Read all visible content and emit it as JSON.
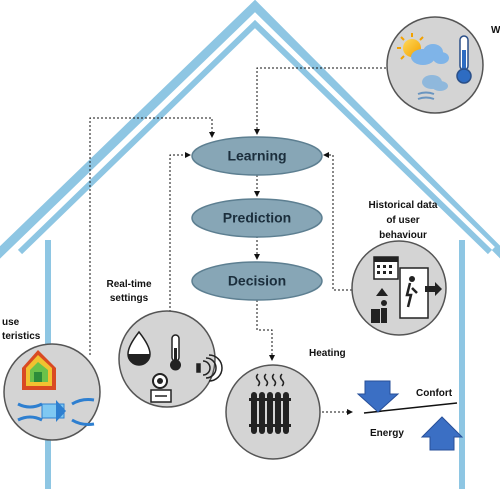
{
  "process": {
    "learning": "Learning",
    "prediction": "Prediction",
    "decision": "Decision"
  },
  "labels": {
    "weather_partial": "W",
    "historical_line1": "Historical data",
    "historical_line2": "of user",
    "historical_line3": "behaviour",
    "realtime_line1": "Real-time",
    "realtime_line2": "settings",
    "house_line1": "use",
    "house_line2": "teristics",
    "heating": "Heating",
    "confort": "Confort",
    "energy": "Energy"
  },
  "colors": {
    "house_outline": "#8ec6e3",
    "node_fill": "#87a6b6",
    "node_stroke": "#5d7f91",
    "circle_fill": "#d4d4d4",
    "arrow_blue": "#3b6fc4"
  }
}
